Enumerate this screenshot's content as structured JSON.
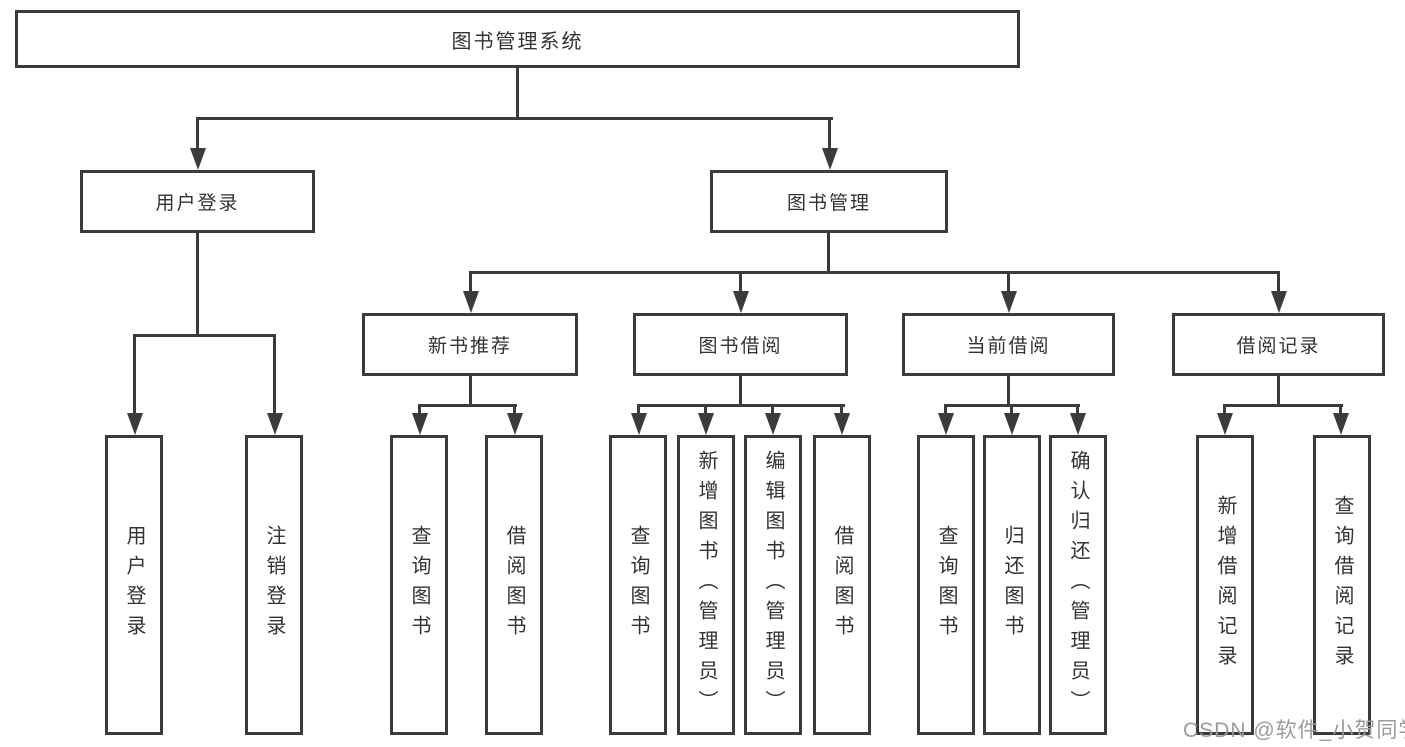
{
  "tree": {
    "root": {
      "label": "图书管理系统"
    },
    "user_login": {
      "label": "用户登录",
      "children": [
        "用户登录",
        "注销登录"
      ]
    },
    "book_management": {
      "label": "图书管理",
      "sections": [
        {
          "label": "新书推荐",
          "children": [
            "查询图书",
            "借阅图书"
          ]
        },
        {
          "label": "图书借阅",
          "children": [
            "查询图书",
            "新增图书（管理员）",
            "编辑图书（管理员）",
            "借阅图书"
          ]
        },
        {
          "label": "当前借阅",
          "children": [
            "查询图书",
            "归还图书",
            "确认归还（管理员）"
          ]
        },
        {
          "label": "借阅记录",
          "children": [
            "新增借阅记录",
            "查询借阅记录"
          ]
        }
      ]
    }
  },
  "watermark": {
    "text": "CSDN @软件_小贺同学"
  },
  "colors": {
    "line": "#3b3b3b",
    "text": "#333333",
    "background": "#ffffff",
    "watermark": "#9e9a98"
  }
}
